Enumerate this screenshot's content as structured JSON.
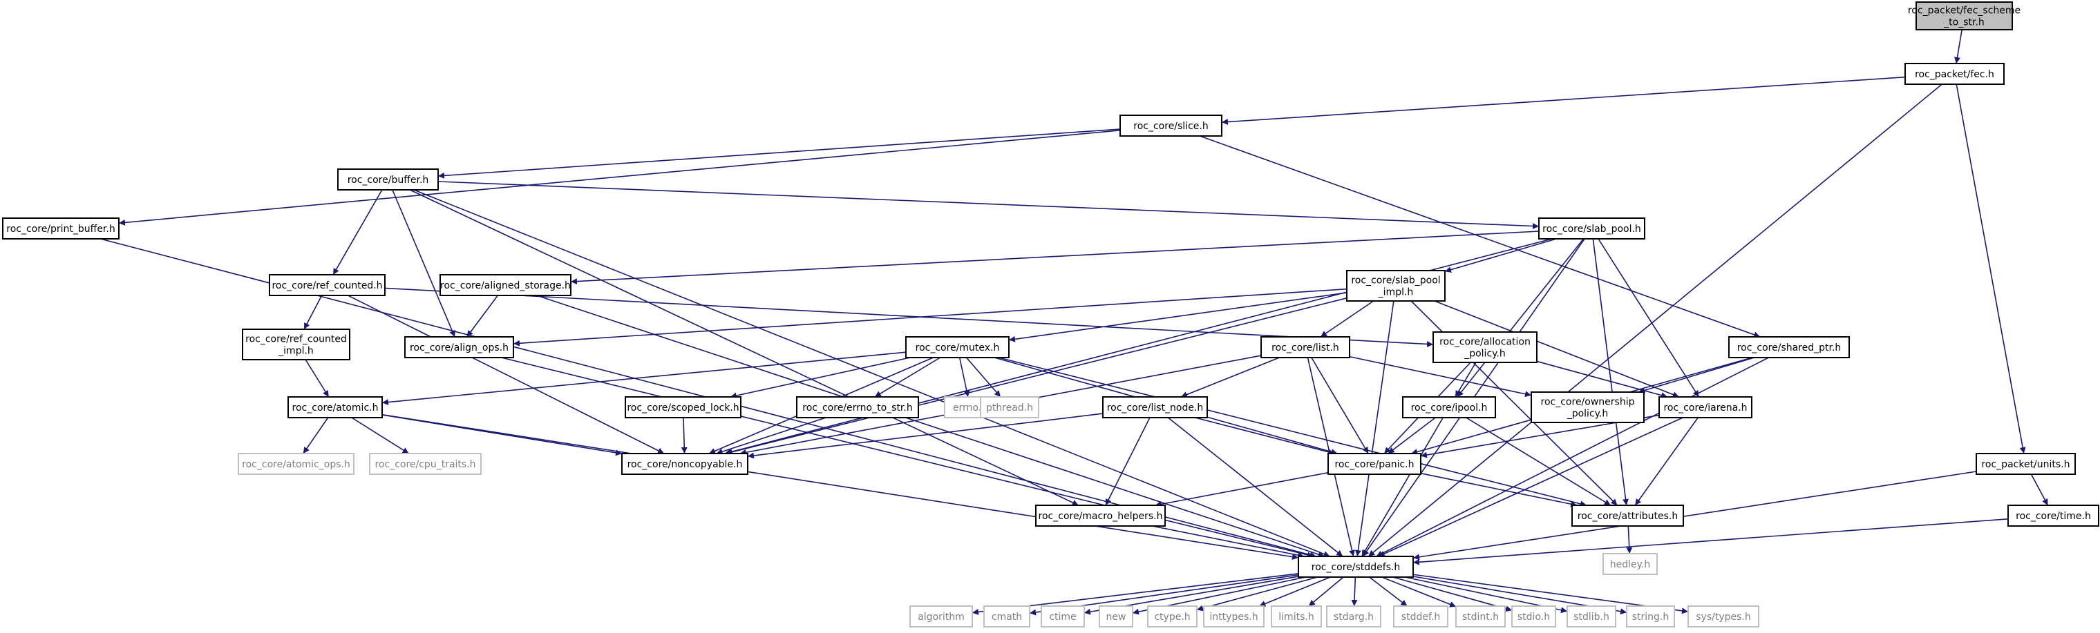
{
  "diagram": {
    "type": "include-dependency-graph",
    "colors": {
      "root_fill": "#bfbfbf",
      "node_fill": "#ffffff",
      "node_stroke": "#000000",
      "external_stroke": "#bfbfbf",
      "external_text": "#7f7f7f",
      "edge": "#191970"
    },
    "nodes": [
      {
        "id": "root",
        "label": "roc_packet/fec_scheme\n_to_str.h",
        "kind": "root"
      },
      {
        "id": "fec",
        "label": "roc_packet/fec.h",
        "kind": "normal"
      },
      {
        "id": "slice",
        "label": "roc_core/slice.h",
        "kind": "normal"
      },
      {
        "id": "buffer",
        "label": "roc_core/buffer.h",
        "kind": "normal"
      },
      {
        "id": "print_buffer",
        "label": "roc_core/print_buffer.h",
        "kind": "normal"
      },
      {
        "id": "slab_pool",
        "label": "roc_core/slab_pool.h",
        "kind": "normal"
      },
      {
        "id": "ref_counted",
        "label": "roc_core/ref_counted.h",
        "kind": "normal"
      },
      {
        "id": "aligned_storage",
        "label": "roc_core/aligned_storage.h",
        "kind": "normal"
      },
      {
        "id": "slab_pool_impl",
        "label": "roc_core/slab_pool\n_impl.h",
        "kind": "normal"
      },
      {
        "id": "ref_counted_impl",
        "label": "roc_core/ref_counted\n_impl.h",
        "kind": "normal"
      },
      {
        "id": "align_ops",
        "label": "roc_core/align_ops.h",
        "kind": "normal"
      },
      {
        "id": "mutex",
        "label": "roc_core/mutex.h",
        "kind": "normal"
      },
      {
        "id": "list",
        "label": "roc_core/list.h",
        "kind": "normal"
      },
      {
        "id": "allocation_policy",
        "label": "roc_core/allocation\n_policy.h",
        "kind": "normal"
      },
      {
        "id": "shared_ptr",
        "label": "roc_core/shared_ptr.h",
        "kind": "normal"
      },
      {
        "id": "atomic",
        "label": "roc_core/atomic.h",
        "kind": "normal"
      },
      {
        "id": "scoped_lock",
        "label": "roc_core/scoped_lock.h",
        "kind": "normal"
      },
      {
        "id": "errno_to_str",
        "label": "roc_core/errno_to_str.h",
        "kind": "normal"
      },
      {
        "id": "errno",
        "label": "errno.h",
        "kind": "external"
      },
      {
        "id": "pthread",
        "label": "pthread.h",
        "kind": "external"
      },
      {
        "id": "list_node",
        "label": "roc_core/list_node.h",
        "kind": "normal"
      },
      {
        "id": "ownership_policy",
        "label": "roc_core/ownership\n_policy.h",
        "kind": "normal"
      },
      {
        "id": "ipool",
        "label": "roc_core/ipool.h",
        "kind": "normal"
      },
      {
        "id": "iarena",
        "label": "roc_core/iarena.h",
        "kind": "normal"
      },
      {
        "id": "atomic_ops",
        "label": "roc_core/atomic_ops.h",
        "kind": "external"
      },
      {
        "id": "cpu_traits",
        "label": "roc_core/cpu_traits.h",
        "kind": "external"
      },
      {
        "id": "noncopyable",
        "label": "roc_core/noncopyable.h",
        "kind": "normal"
      },
      {
        "id": "panic",
        "label": "roc_core/panic.h",
        "kind": "normal"
      },
      {
        "id": "units",
        "label": "roc_packet/units.h",
        "kind": "normal"
      },
      {
        "id": "macro_helpers",
        "label": "roc_core/macro_helpers.h",
        "kind": "normal"
      },
      {
        "id": "attributes",
        "label": "roc_core/attributes.h",
        "kind": "normal"
      },
      {
        "id": "time",
        "label": "roc_core/time.h",
        "kind": "normal"
      },
      {
        "id": "hedley",
        "label": "hedley.h",
        "kind": "external"
      },
      {
        "id": "stddefs",
        "label": "roc_core/stddefs.h",
        "kind": "normal"
      },
      {
        "id": "algorithm",
        "label": "algorithm",
        "kind": "external"
      },
      {
        "id": "cmath",
        "label": "cmath",
        "kind": "external"
      },
      {
        "id": "ctime",
        "label": "ctime",
        "kind": "external"
      },
      {
        "id": "new",
        "label": "new",
        "kind": "external"
      },
      {
        "id": "ctype",
        "label": "ctype.h",
        "kind": "external"
      },
      {
        "id": "inttypes",
        "label": "inttypes.h",
        "kind": "external"
      },
      {
        "id": "limits",
        "label": "limits.h",
        "kind": "external"
      },
      {
        "id": "stdarg",
        "label": "stdarg.h",
        "kind": "external"
      },
      {
        "id": "stddef",
        "label": "stddef.h",
        "kind": "external"
      },
      {
        "id": "stdint",
        "label": "stdint.h",
        "kind": "external"
      },
      {
        "id": "stdio",
        "label": "stdio.h",
        "kind": "external"
      },
      {
        "id": "stdlib",
        "label": "stdlib.h",
        "kind": "external"
      },
      {
        "id": "string",
        "label": "string.h",
        "kind": "external"
      },
      {
        "id": "systypes",
        "label": "sys/types.h",
        "kind": "external"
      }
    ],
    "edges": [
      [
        "root",
        "fec"
      ],
      [
        "fec",
        "slice"
      ],
      [
        "fec",
        "units"
      ],
      [
        "fec",
        "stddefs"
      ],
      [
        "slice",
        "buffer"
      ],
      [
        "slice",
        "print_buffer"
      ],
      [
        "slice",
        "shared_ptr"
      ],
      [
        "buffer",
        "slab_pool"
      ],
      [
        "buffer",
        "ref_counted"
      ],
      [
        "buffer",
        "align_ops"
      ],
      [
        "buffer",
        "macro_helpers"
      ],
      [
        "buffer",
        "stddefs"
      ],
      [
        "print_buffer",
        "stddefs"
      ],
      [
        "slab_pool",
        "aligned_storage"
      ],
      [
        "slab_pool",
        "slab_pool_impl"
      ],
      [
        "slab_pool",
        "ipool"
      ],
      [
        "slab_pool",
        "iarena"
      ],
      [
        "slab_pool",
        "noncopyable"
      ],
      [
        "slab_pool",
        "attributes"
      ],
      [
        "slab_pool",
        "stddefs"
      ],
      [
        "ref_counted",
        "ref_counted_impl"
      ],
      [
        "ref_counted",
        "allocation_policy"
      ],
      [
        "ref_counted",
        "noncopyable"
      ],
      [
        "aligned_storage",
        "align_ops"
      ],
      [
        "aligned_storage",
        "stddefs"
      ],
      [
        "slab_pool_impl",
        "align_ops"
      ],
      [
        "slab_pool_impl",
        "mutex"
      ],
      [
        "slab_pool_impl",
        "list"
      ],
      [
        "slab_pool_impl",
        "iarena"
      ],
      [
        "slab_pool_impl",
        "noncopyable"
      ],
      [
        "slab_pool_impl",
        "attributes"
      ],
      [
        "slab_pool_impl",
        "stddefs"
      ],
      [
        "ref_counted_impl",
        "atomic"
      ],
      [
        "align_ops",
        "stddefs"
      ],
      [
        "mutex",
        "atomic"
      ],
      [
        "mutex",
        "scoped_lock"
      ],
      [
        "mutex",
        "errno_to_str"
      ],
      [
        "mutex",
        "errno"
      ],
      [
        "mutex",
        "pthread"
      ],
      [
        "mutex",
        "noncopyable"
      ],
      [
        "mutex",
        "panic"
      ],
      [
        "mutex",
        "attributes"
      ],
      [
        "list",
        "list_node"
      ],
      [
        "list",
        "ownership_policy"
      ],
      [
        "list",
        "noncopyable"
      ],
      [
        "list",
        "panic"
      ],
      [
        "list",
        "stddefs"
      ],
      [
        "allocation_policy",
        "ipool"
      ],
      [
        "allocation_policy",
        "iarena"
      ],
      [
        "allocation_policy",
        "panic"
      ],
      [
        "shared_ptr",
        "ownership_policy"
      ],
      [
        "shared_ptr",
        "panic"
      ],
      [
        "shared_ptr",
        "stddefs"
      ],
      [
        "atomic",
        "atomic_ops"
      ],
      [
        "atomic",
        "cpu_traits"
      ],
      [
        "atomic",
        "noncopyable"
      ],
      [
        "atomic",
        "stddefs"
      ],
      [
        "scoped_lock",
        "noncopyable"
      ],
      [
        "errno_to_str",
        "noncopyable"
      ],
      [
        "list_node",
        "noncopyable"
      ],
      [
        "list_node",
        "panic"
      ],
      [
        "list_node",
        "macro_helpers"
      ],
      [
        "list_node",
        "stddefs"
      ],
      [
        "ipool",
        "panic"
      ],
      [
        "ipool",
        "attributes"
      ],
      [
        "ipool",
        "stddefs"
      ],
      [
        "iarena",
        "panic"
      ],
      [
        "iarena",
        "attributes"
      ],
      [
        "iarena",
        "stddefs"
      ],
      [
        "panic",
        "macro_helpers"
      ],
      [
        "panic",
        "attributes"
      ],
      [
        "units",
        "time"
      ],
      [
        "units",
        "stddefs"
      ],
      [
        "time",
        "stddefs"
      ],
      [
        "macro_helpers",
        "stddefs"
      ],
      [
        "attributes",
        "hedley"
      ],
      [
        "stddefs",
        "algorithm"
      ],
      [
        "stddefs",
        "cmath"
      ],
      [
        "stddefs",
        "ctime"
      ],
      [
        "stddefs",
        "new"
      ],
      [
        "stddefs",
        "ctype"
      ],
      [
        "stddefs",
        "inttypes"
      ],
      [
        "stddefs",
        "limits"
      ],
      [
        "stddefs",
        "stdarg"
      ],
      [
        "stddefs",
        "stddef"
      ],
      [
        "stddefs",
        "stdint"
      ],
      [
        "stddefs",
        "stdio"
      ],
      [
        "stddefs",
        "stdlib"
      ],
      [
        "stddefs",
        "string"
      ],
      [
        "stddefs",
        "systypes"
      ]
    ]
  }
}
